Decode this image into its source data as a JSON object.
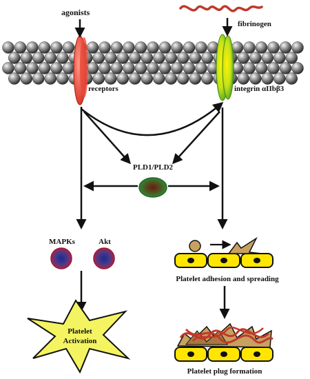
{
  "labels": {
    "agonists": "agonists",
    "fibrinogen": "fibrinogen",
    "receptors": "receptors",
    "integrin": "integrin αIIbβ3",
    "pld": "PLD1/PLD2",
    "mapks": "MAPKs",
    "akt": "Akt",
    "platelet_activation_line1": "Platelet",
    "platelet_activation_line2": "Activation",
    "adhesion_spreading": "Platelet adhesion and spreading",
    "plug_formation": "Platelet plug formation"
  },
  "colors": {
    "membrane_sphere": "#6b6b6b",
    "receptor": "#e03a2a",
    "integrin": "#9acd32",
    "integrin_core": "#ffd800",
    "pld_outer": "#2f8f3a",
    "pld_inner": "#6b1e16",
    "kinase_outer": "#c41e3a",
    "kinase_inner": "#2b2e8c",
    "star_fill": "#f4f462",
    "cell_fill": "#ffe600",
    "platelet_fill": "#c8a060",
    "fibrin": "#c0392b"
  }
}
